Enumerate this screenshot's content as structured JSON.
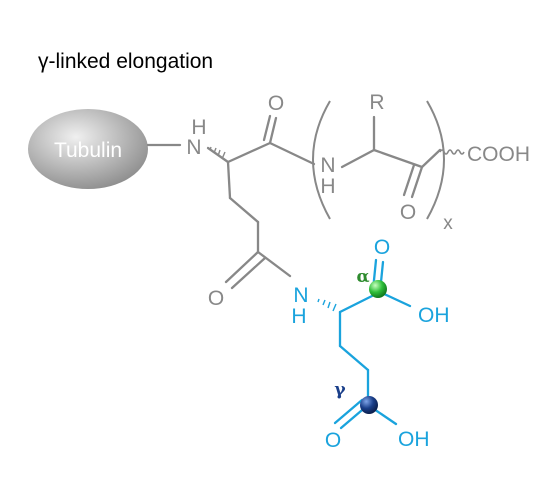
{
  "title": "γ-linked elongation",
  "tubulin": "Tubulin",
  "atoms": {
    "n_main": "N",
    "h_main": "H",
    "o_top": "O",
    "o_side": "O",
    "r": "R",
    "n_repeat": "N",
    "h_repeat": "H",
    "o_repeat": "O",
    "x_sub": "x",
    "cooh": "COOH",
    "n_glu": "N",
    "h_glu": "H",
    "o_alpha": "O",
    "oh_alpha": "OH",
    "o_gamma": "O",
    "oh_gamma": "OH"
  },
  "markers": {
    "alpha": "α",
    "gamma": "γ"
  },
  "colors": {
    "backbone": "#888888",
    "glutamate": "#1aa3dd",
    "alpha_marker": "#2fbf3a",
    "alpha_label": "#2e8b2e",
    "gamma_marker": "#1a3f8a",
    "gamma_label": "#1a3f8a"
  }
}
